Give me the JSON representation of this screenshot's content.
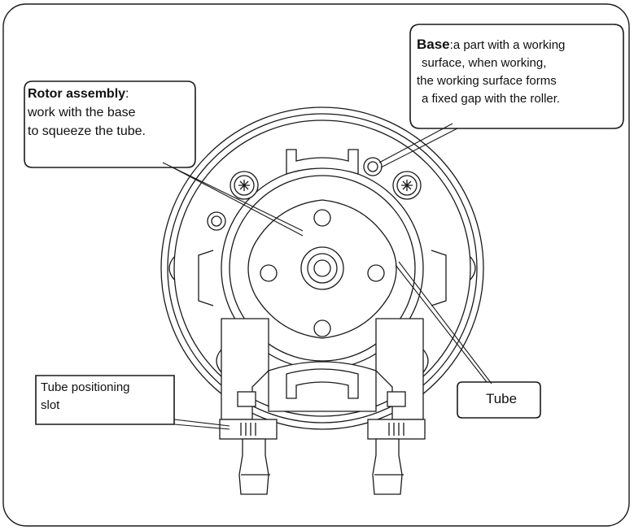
{
  "callouts": {
    "rotor": {
      "title": "Rotor assembly",
      "sep": ":",
      "lines": [
        "work with the base",
        "to squeeze the tube."
      ]
    },
    "base": {
      "title": "Base",
      "sep": ":",
      "first": "a part with a working",
      "lines": [
        "surface, when working,",
        "the working surface forms",
        "a fixed gap with the roller."
      ]
    },
    "slot": {
      "lines": [
        "Tube positioning",
        "slot"
      ]
    },
    "tube": {
      "label": "Tube"
    }
  },
  "colors": {
    "stroke": "#1a1a1a",
    "fill": "#ffffff",
    "background": "#ffffff"
  }
}
